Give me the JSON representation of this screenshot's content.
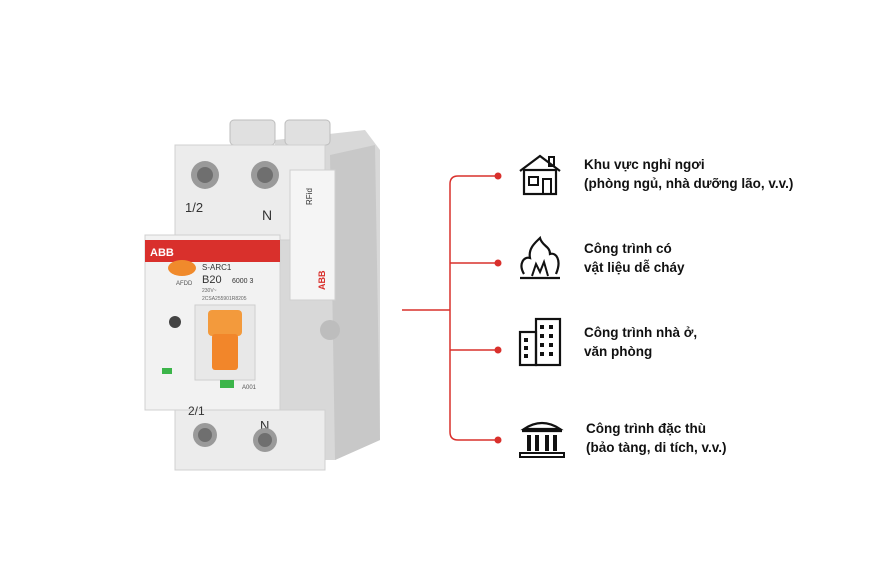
{
  "device": {
    "brand": "ABB",
    "model": "S-ARC1",
    "rating": "B20",
    "breaking": "6000 3",
    "voltage": "230V~",
    "code": "2CSA255901R8205",
    "afdd_label": "AFDD",
    "terminal_top_left": "1/2",
    "terminal_top_right": "N",
    "terminal_bottom_left": "2/1",
    "terminal_bottom_right": "N",
    "lower_code": "A001",
    "rfid_label": "RFid",
    "side_brand": "ABB"
  },
  "accent_color": "#d9302c",
  "items": [
    {
      "icon": "house-icon",
      "line1": "Khu vực nghỉ ngơi",
      "line2": "(phòng ngủ, nhà dưỡng lão, v.v.)"
    },
    {
      "icon": "fire-icon",
      "line1": "Công trình có",
      "line2": "vật liệu dễ cháy"
    },
    {
      "icon": "office-building-icon",
      "line1": "Công trình nhà ở,",
      "line2": "văn phòng"
    },
    {
      "icon": "museum-icon",
      "line1": "Công trình đặc thù",
      "line2": "(bảo tàng, di tích, v.v.)"
    }
  ]
}
